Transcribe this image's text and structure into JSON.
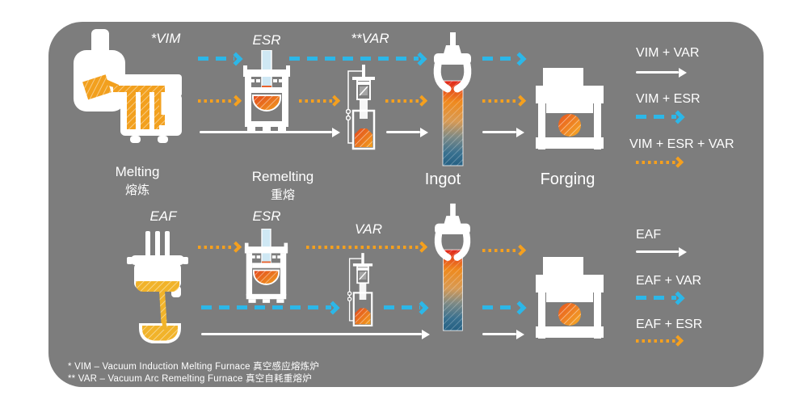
{
  "stages": {
    "vim": "*VIM",
    "esr_top": "ESR",
    "var_top": "**VAR",
    "eaf": "EAF",
    "esr_bottom": "ESR",
    "var_bottom": "VAR",
    "melting_en": "Melting",
    "melting_zh": "熔炼",
    "remelting_en": "Remelting",
    "remelting_zh": "重熔",
    "ingot": "Ingot",
    "forging": "Forging"
  },
  "legend_top": [
    {
      "label": "VIM + VAR",
      "style": "solid-white"
    },
    {
      "label": "VIM + ESR",
      "style": "dashed-cyan"
    },
    {
      "label": "VIM + ESR + VAR",
      "style": "dotted-orange"
    }
  ],
  "legend_bottom": [
    {
      "label": "EAF",
      "style": "solid-white"
    },
    {
      "label": "EAF + VAR",
      "style": "dashed-cyan"
    },
    {
      "label": "EAF + ESR",
      "style": "dotted-orange"
    }
  ],
  "footnotes": [
    "*  VIM – Vacuum Induction Melting Furnace 真空感应熔炼炉",
    "** VAR – Vacuum Arc Remelting Furnace 真空自耗重熔炉"
  ],
  "icons": {
    "vim": "vim-furnace-icon",
    "esr": "esr-furnace-icon",
    "var": "var-furnace-icon",
    "eaf": "eaf-furnace-icon",
    "ingot": "ingot-icon",
    "forging": "forging-press-icon"
  },
  "colors": {
    "panel_bg": "#7d7d7d",
    "arrow_cyan": "#2cb7e8",
    "arrow_orange": "#f5a01e",
    "arrow_white": "#ffffff",
    "melt_yellow": "#f1b32a"
  }
}
